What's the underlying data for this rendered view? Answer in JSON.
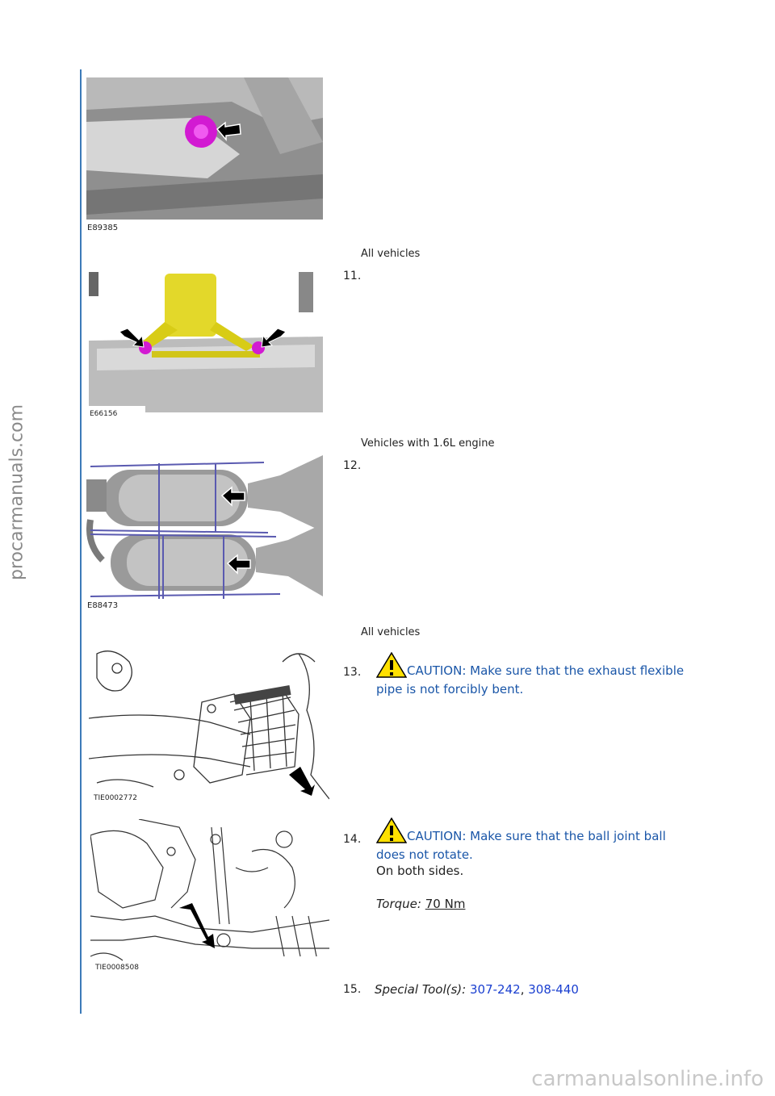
{
  "watermarks": {
    "side": "procarmanuals.com",
    "bottom": "carmanualsonline.info"
  },
  "figures": [
    {
      "code": "E89385"
    },
    {
      "code": "E66156"
    },
    {
      "code": "E88473"
    },
    {
      "code": "TIE0002772"
    },
    {
      "code": "TIE0008508"
    }
  ],
  "captions": {
    "c1": "All vehicles",
    "c2": "Vehicles with 1.6L engine",
    "c3": "All vehicles"
  },
  "steps": [
    {
      "num": "11."
    },
    {
      "num": "12."
    },
    {
      "num": "13.",
      "caution_line1": "CAUTION: Make sure that the exhaust flexible",
      "caution_line2": "pipe is not forcibly bent."
    },
    {
      "num": "14.",
      "caution_line1": "CAUTION: Make sure that the ball joint ball",
      "caution_line2": "does not rotate.",
      "note": "On both sides.",
      "torque_label": "Torque:",
      "torque_value": "70 Nm"
    },
    {
      "num": "15.",
      "tools_label": "Special Tool(s):",
      "tool1": "307-242",
      "separator": ",",
      "tool2": "308-440"
    }
  ],
  "colors": {
    "accent_line": "#3c7ab8",
    "caution_text": "#1a56a8",
    "link": "#1a3fd0",
    "bolt_magenta": "#d21ad2",
    "warning_yellow": "#ffe000"
  },
  "icons": [
    "warning-triangle-icon",
    "arrow-icon"
  ]
}
